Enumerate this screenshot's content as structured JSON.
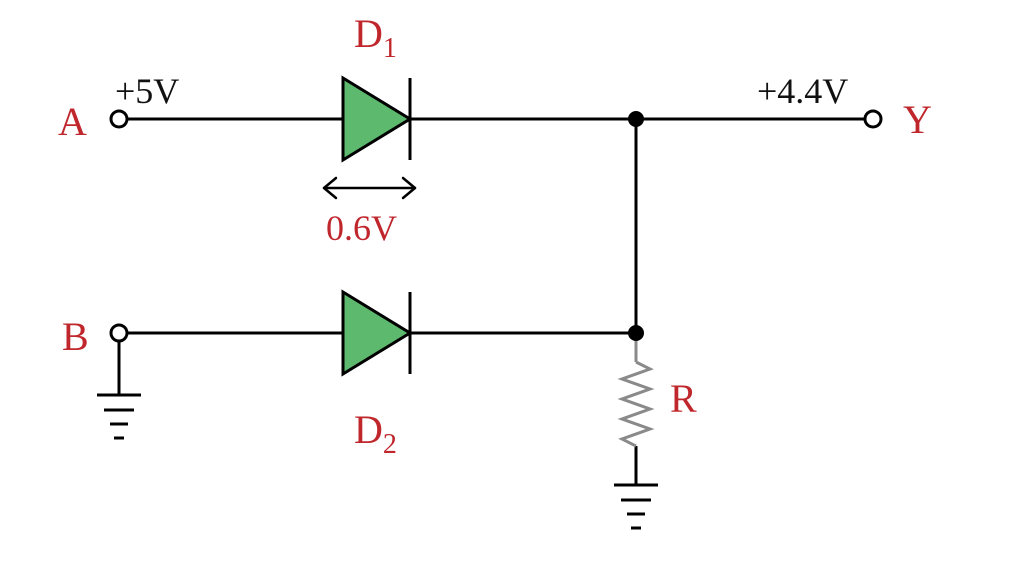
{
  "colors": {
    "wire": "#000000",
    "label_red": "#c0272d",
    "label_black": "#111111",
    "diode_fill": "#5cb96e",
    "resistor": "#8a8a8a",
    "background": "#ffffff"
  },
  "labels": {
    "input_a": "A",
    "input_a_voltage": "+5V",
    "input_b": "B",
    "output_y": "Y",
    "output_voltage": "+4.4V",
    "diode1_letter": "D",
    "diode1_sub": "1",
    "diode2_letter": "D",
    "diode2_sub": "2",
    "diode_drop": "0.6V",
    "resistor": "R"
  }
}
